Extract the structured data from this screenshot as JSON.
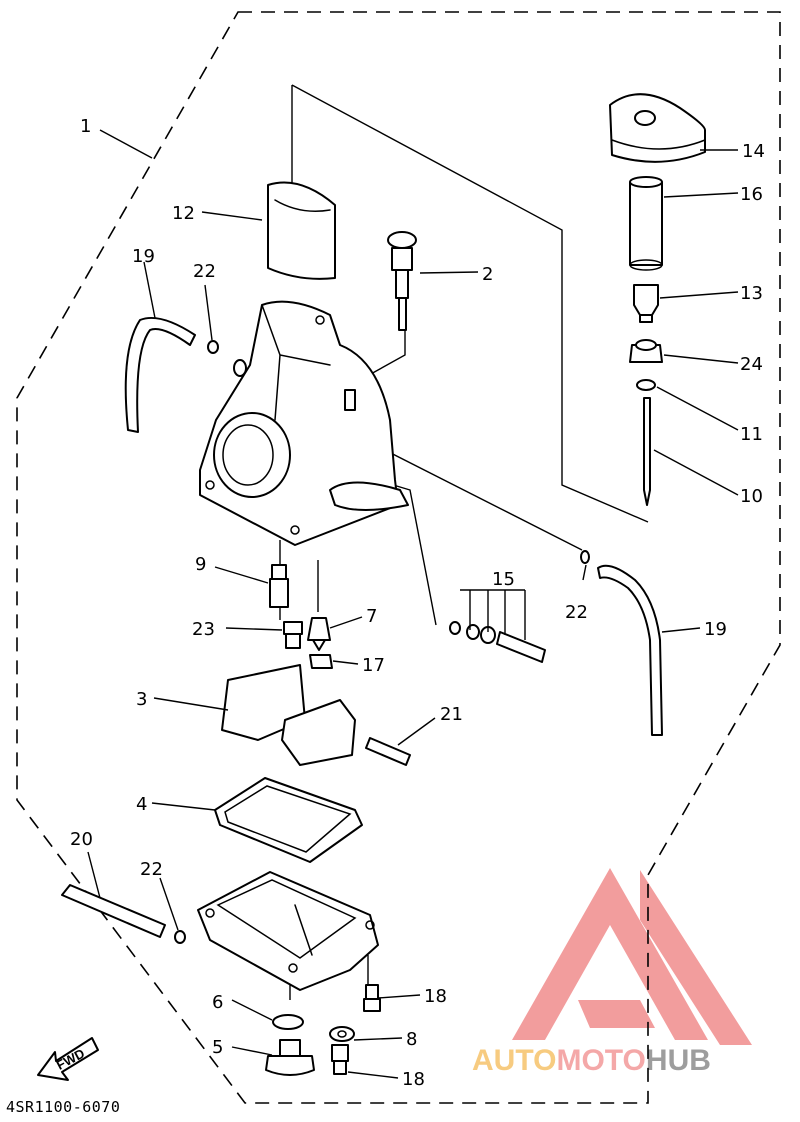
{
  "diagram_code": "4SR1100-6070",
  "fwd_label": "FWD",
  "watermark": {
    "part1": "AUTO",
    "part2": "MOTO",
    "part3": "HUB",
    "color1": "#f6c36b",
    "color2": "#f39a9a",
    "color3": "#8c8c8c",
    "logo_color": "#f08c8c"
  },
  "callouts": {
    "c1": "1",
    "c2": "2",
    "c3": "3",
    "c4": "4",
    "c5": "5",
    "c6": "6",
    "c7": "7",
    "c8": "8",
    "c9": "9",
    "c10": "10",
    "c11": "11",
    "c12": "12",
    "c13": "13",
    "c14": "14",
    "c15": "15",
    "c16": "16",
    "c17": "17",
    "c18a": "18",
    "c18b": "18",
    "c19a": "19",
    "c19b": "19",
    "c20": "20",
    "c21": "21",
    "c22a": "22",
    "c22b": "22",
    "c22c": "22",
    "c23": "23",
    "c24": "24"
  }
}
